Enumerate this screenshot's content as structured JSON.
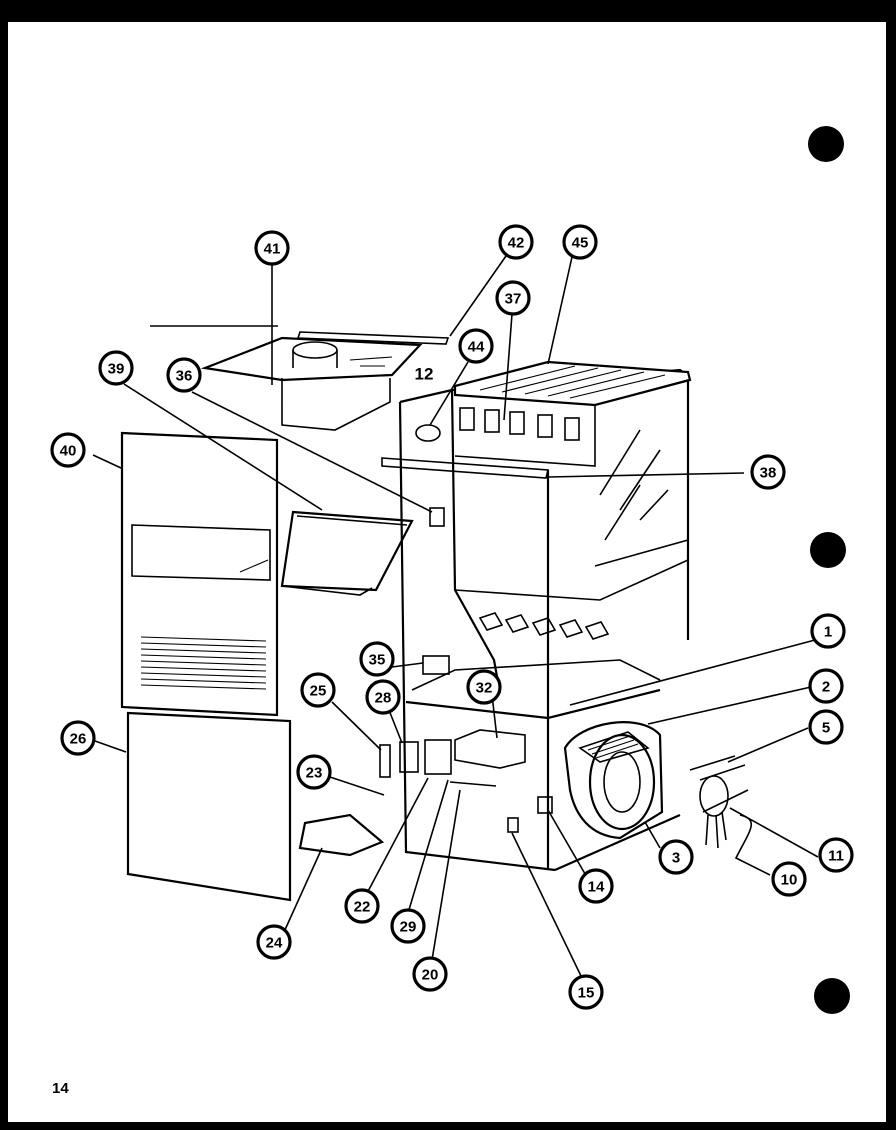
{
  "page_number": "14",
  "callouts": [
    {
      "id": "c41",
      "label": "41"
    },
    {
      "id": "c42",
      "label": "42"
    },
    {
      "id": "c45",
      "label": "45"
    },
    {
      "id": "c37",
      "label": "37"
    },
    {
      "id": "c44",
      "label": "44"
    },
    {
      "id": "c39",
      "label": "39"
    },
    {
      "id": "c36",
      "label": "36"
    },
    {
      "id": "c40",
      "label": "40"
    },
    {
      "id": "c38",
      "label": "38"
    },
    {
      "id": "c1",
      "label": "1"
    },
    {
      "id": "c2",
      "label": "2"
    },
    {
      "id": "c5",
      "label": "5"
    },
    {
      "id": "c35",
      "label": "35"
    },
    {
      "id": "c32",
      "label": "32"
    },
    {
      "id": "c28",
      "label": "28"
    },
    {
      "id": "c25",
      "label": "25"
    },
    {
      "id": "c26",
      "label": "26"
    },
    {
      "id": "c23",
      "label": "23"
    },
    {
      "id": "c3",
      "label": "3"
    },
    {
      "id": "c11",
      "label": "11"
    },
    {
      "id": "c10",
      "label": "10"
    },
    {
      "id": "c14",
      "label": "14"
    },
    {
      "id": "c22",
      "label": "22"
    },
    {
      "id": "c29",
      "label": "29"
    },
    {
      "id": "c24",
      "label": "24"
    },
    {
      "id": "c20",
      "label": "20"
    },
    {
      "id": "c15",
      "label": "15"
    }
  ],
  "plain_labels": [
    {
      "id": "p12",
      "label": "12"
    }
  ]
}
